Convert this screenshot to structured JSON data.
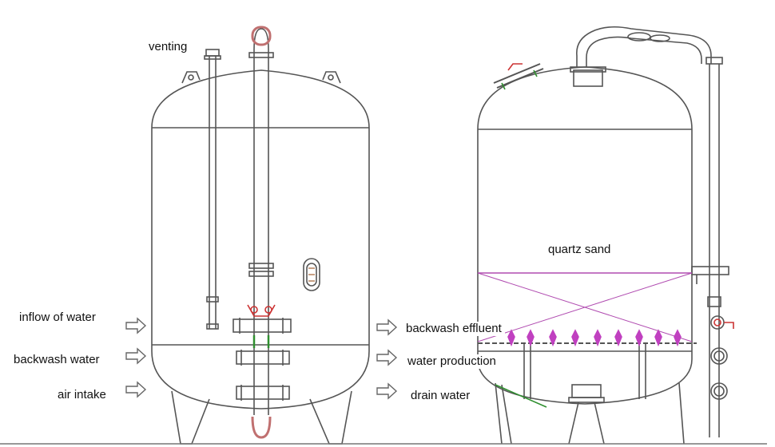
{
  "labels": {
    "venting": "venting",
    "inflow": "inflow of water",
    "backwash_water": "backwash water",
    "air_intake": "air intake",
    "backwash_effluent": "backwash effluent",
    "water_production": "water production",
    "drain_water": "drain water",
    "quartz_sand": "quartz sand"
  },
  "colors": {
    "line": "#555555",
    "sand_layer": "#b04bb0",
    "nozzle": "#c040c0",
    "valve_red": "#cc3333",
    "valve_green": "#2f8f2f",
    "arrow": "#666666"
  }
}
